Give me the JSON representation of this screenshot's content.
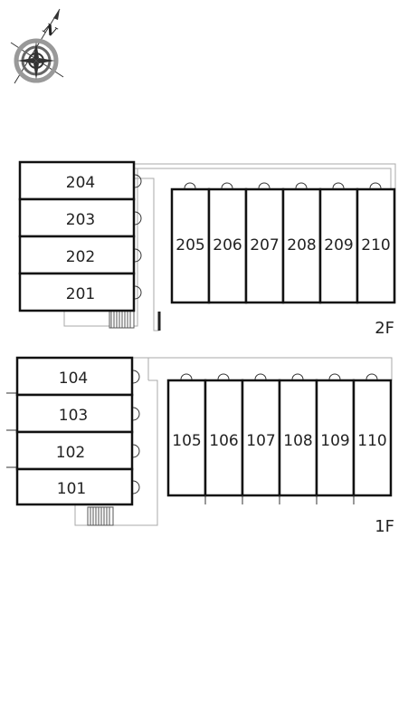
{
  "compass": {
    "label": "N",
    "icon": "north-compass-icon"
  },
  "floors": [
    {
      "label": "2F",
      "left_units": [
        "204",
        "203",
        "202",
        "201"
      ],
      "right_units": [
        "205",
        "206",
        "207",
        "208",
        "209",
        "210"
      ]
    },
    {
      "label": "1F",
      "left_units": [
        "104",
        "103",
        "102",
        "101"
      ],
      "right_units": [
        "105",
        "106",
        "107",
        "108",
        "109",
        "110"
      ]
    }
  ]
}
